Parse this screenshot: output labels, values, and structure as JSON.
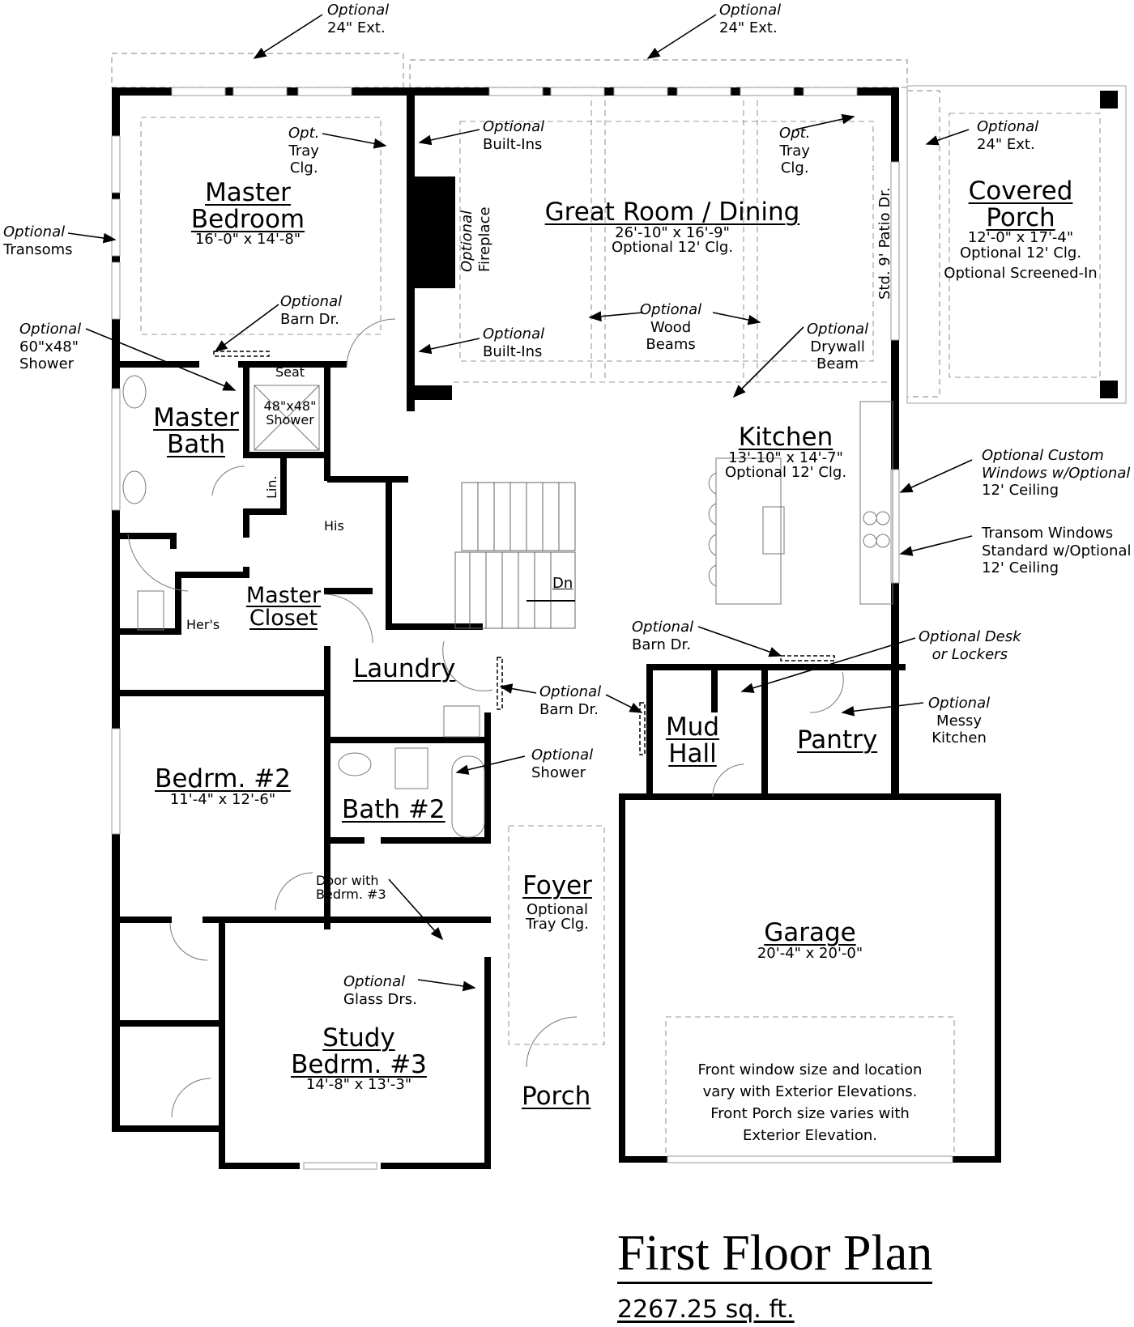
{
  "title": "First Floor Plan",
  "area": "2267.25 sq. ft.",
  "rooms": {
    "master_bedroom": {
      "name_line1": "Master",
      "name_line2": "Bedroom",
      "dims": "16'-0\" x 14'-8\""
    },
    "great_room": {
      "name": "Great Room / Dining",
      "dims": "26'-10\" x 16'-9\"",
      "note": "Optional 12' Clg."
    },
    "covered_porch": {
      "name_line1": "Covered",
      "name_line2": "Porch",
      "dims": "12'-0\" x 17'-4\"",
      "note1": "Optional 12' Clg.",
      "note2": "Optional Screened-In"
    },
    "master_bath": {
      "name_line1": "Master",
      "name_line2": "Bath"
    },
    "shower": {
      "seat": "Seat",
      "line1": "48\"x48\"",
      "line2": "Shower"
    },
    "linen": "Lin.",
    "his": "His",
    "hers": "Her's",
    "master_closet": {
      "name_line1": "Master",
      "name_line2": "Closet"
    },
    "kitchen": {
      "name": "Kitchen",
      "dims": "13'-10\" x 14'-7\"",
      "note": "Optional 12' Clg."
    },
    "stairs": "Dn",
    "laundry": "Laundry",
    "mud_hall": {
      "name_line1": "Mud",
      "name_line2": "Hall"
    },
    "pantry": "Pantry",
    "bedroom2": {
      "name": "Bedrm. #2",
      "dims": "11'-4\" x 12'-6\""
    },
    "bath2": "Bath #2",
    "foyer": {
      "name": "Foyer",
      "note1": "Optional",
      "note2": "Tray Clg."
    },
    "study": {
      "name_line1": "Study",
      "name_line2": "Bedrm. #3",
      "dims": "14'-8\" x 13'-3\""
    },
    "porch": "Porch",
    "garage": {
      "name": "Garage",
      "dims": "20'-4\" x 20'-0\"",
      "note_lines": [
        "Front window size and location",
        "vary with Exterior Elevations.",
        "Front Porch size varies with",
        "Exterior Elevation."
      ]
    }
  },
  "callouts": {
    "ext_left": [
      "Optional",
      "24\" Ext."
    ],
    "ext_center": [
      "Optional",
      "24\" Ext."
    ],
    "ext_porch": [
      "Optional",
      "24\" Ext."
    ],
    "mb_tray": [
      "Opt.",
      "Tray",
      "Clg."
    ],
    "gr_tray": [
      "Opt.",
      "Tray",
      "Clg."
    ],
    "transoms": [
      "Optional",
      "Transoms"
    ],
    "builtins_top": [
      "Optional",
      "Built-Ins"
    ],
    "builtins_bottom": [
      "Optional",
      "Built-Ins"
    ],
    "fireplace": [
      "Optional",
      "Fireplace"
    ],
    "patio_door": "Std. 9' Patio Dr.",
    "mb_barn": [
      "Optional",
      "Barn Dr."
    ],
    "shower_60": [
      "Optional",
      "60\"x48\"",
      "Shower"
    ],
    "wood_beams": [
      "Optional",
      "Wood",
      "Beams"
    ],
    "drywall_beam": [
      "Optional",
      "Drywall",
      "Beam"
    ],
    "custom_windows": [
      "Optional Custom",
      "Windows w/Optional",
      "12' Ceiling"
    ],
    "transom_windows": [
      "Transom Windows",
      "Standard w/Optional",
      "12' Ceiling"
    ],
    "kitchen_barn": [
      "Optional",
      "Barn Dr."
    ],
    "desk_lockers": [
      "Optional Desk",
      "or Lockers"
    ],
    "laundry_barn": [
      "Optional",
      "Barn Dr."
    ],
    "messy_kitchen": [
      "Optional",
      "Messy",
      "Kitchen"
    ],
    "optional_shower": [
      "Optional",
      "Shower"
    ],
    "door_bedrm3": [
      "Door with",
      "Bedrm. #3"
    ],
    "glass_doors": [
      "Optional",
      "Glass Drs."
    ]
  }
}
